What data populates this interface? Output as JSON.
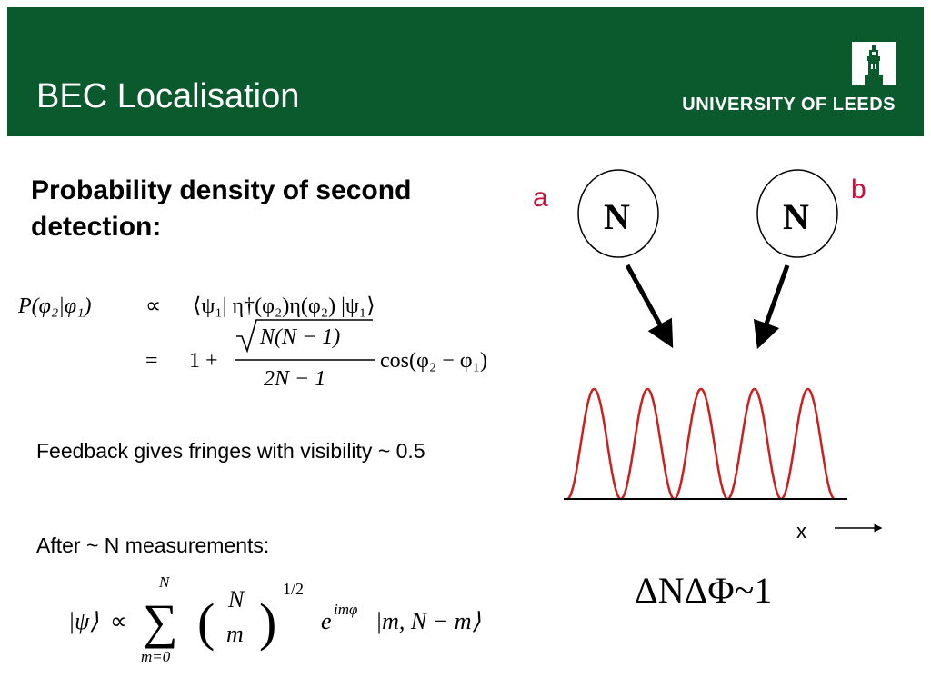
{
  "header": {
    "title": "BEC Localisation",
    "logo_text": "UNIVERSITY OF LEEDS",
    "background": "#0b5a2e"
  },
  "content": {
    "subtitle_line1": "Probability density of second",
    "subtitle_line2": "detection:",
    "feedback_text": "Feedback gives fringes with visibility ~ 0.5",
    "after_text": "After ~ N measurements:",
    "relation": "ΔNΔΦ~1"
  },
  "equation1": {
    "lhs": "P(φ₂|φ₁)",
    "prop": "∝",
    "rhs1": "⟨ψ₁| η†(φ₂)η(φ₂) |ψ₁⟩",
    "eq": "=",
    "one_plus": "1 +",
    "numerator": "N(N − 1)",
    "denominator": "2N − 1",
    "cos_term": "cos(φ₂ − φ₁)"
  },
  "equation2": {
    "ket_psi": "|ψ⟩",
    "prop": "∝",
    "sum_top": "N",
    "sum_bottom": "m=0",
    "binom_top": "N",
    "binom_bottom": "m",
    "power": "1/2",
    "exp_base": "e",
    "exp_power": "imφ",
    "ket_m": "|m, N − m⟩"
  },
  "diagram": {
    "label_a": "a",
    "label_b": "b",
    "mode_a": "N",
    "mode_b": "N",
    "axis_label": "x",
    "label_color": "#c0143c",
    "fringe_color": "#cc1f1f",
    "fringe_count": 5
  }
}
